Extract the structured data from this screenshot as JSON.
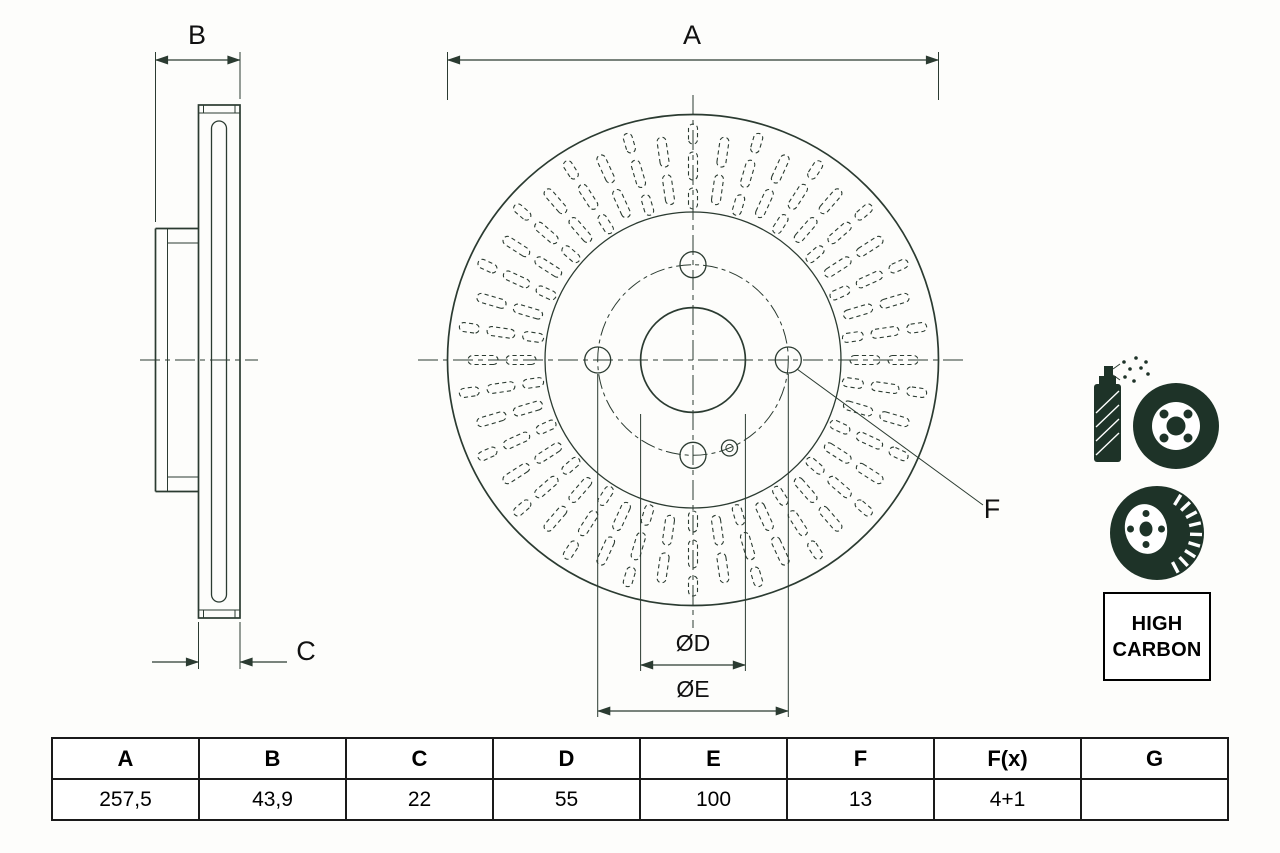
{
  "colors": {
    "line": "#2b3b31",
    "icon": "#1e3328",
    "table_border": "#1a1a1a",
    "background": "#fdfdfb"
  },
  "drawing": {
    "labels": {
      "a": "A",
      "b": "B",
      "c": "C",
      "d": "ØD",
      "e": "ØE",
      "f": "F"
    }
  },
  "icons": {
    "spray_can": "spray-can-coating-icon",
    "coated_disc": "coated-disc-icon",
    "brake_disc": "vented-brake-disc-icon"
  },
  "badge": {
    "high_carbon_line1": "HIGH",
    "high_carbon_line2": "CARBON"
  },
  "table": {
    "headers": [
      "A",
      "B",
      "C",
      "D",
      "E",
      "F",
      "F(x)",
      "G"
    ],
    "values": [
      "257,5",
      "43,9",
      "22",
      "55",
      "100",
      "13",
      "4+1",
      ""
    ]
  }
}
